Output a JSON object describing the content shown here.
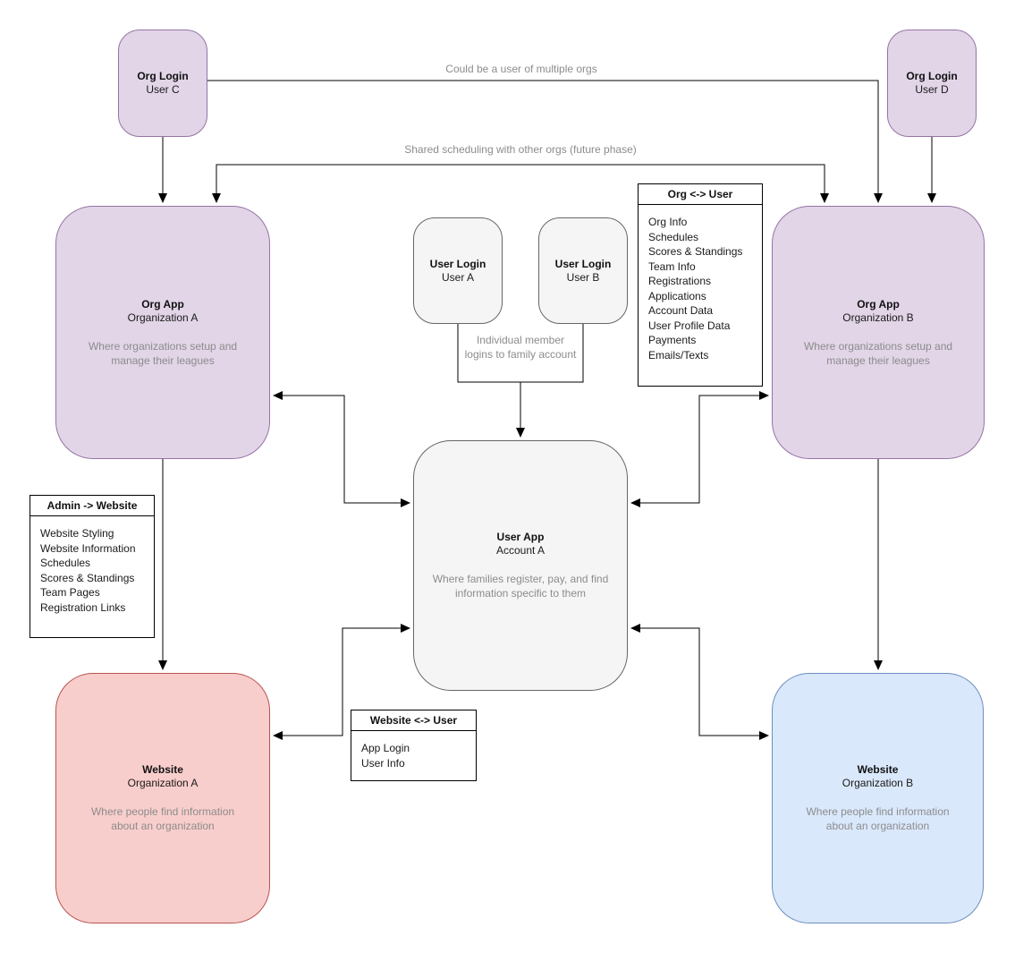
{
  "diagram": {
    "labels": {
      "multi_org": "Could be a user of multiple orgs",
      "shared_scheduling": "Shared scheduling with other orgs (future phase)",
      "individual_member": "Individual member\nlogins to family account"
    },
    "nodes": {
      "org_login_c": {
        "title": "Org Login",
        "subtitle": "User C"
      },
      "org_login_d": {
        "title": "Org Login",
        "subtitle": "User D"
      },
      "org_app_a": {
        "title": "Org App",
        "subtitle": "Organization A",
        "description": "Where organizations setup and\nmanage their leagues"
      },
      "org_app_b": {
        "title": "Org App",
        "subtitle": "Organization B",
        "description": "Where organizations setup and\nmanage their leagues"
      },
      "user_login_a": {
        "title": "User Login",
        "subtitle": "User A"
      },
      "user_login_b": {
        "title": "User Login",
        "subtitle": "User B"
      },
      "user_app": {
        "title": "User App",
        "subtitle": "Account A",
        "description": "Where families register, pay, and find\ninformation specific to them"
      },
      "website_a": {
        "title": "Website",
        "subtitle": "Organization A",
        "description": "Where people find information\nabout an organization"
      },
      "website_b": {
        "title": "Website",
        "subtitle": "Organization B",
        "description": "Where people find information\nabout an organization"
      }
    },
    "lists": {
      "org_user": {
        "title": "Org <-> User",
        "items": [
          "Org Info",
          "Schedules",
          "Scores & Standings",
          "Team Info",
          "Registrations",
          "Applications",
          "Account Data",
          "User Profile Data",
          "Payments",
          "Emails/Texts"
        ]
      },
      "admin_website": {
        "title": "Admin -> Website",
        "items": [
          "Website Styling",
          "Website Information",
          "Schedules",
          "Scores & Standings",
          "Team Pages",
          "Registration Links"
        ]
      },
      "website_user": {
        "title": "Website <-> User",
        "items": [
          "App Login",
          "User Info"
        ]
      }
    },
    "colors": {
      "purple_fill": "#e1d5e7",
      "purple_border": "#9673a6",
      "gray_fill": "#f5f5f5",
      "gray_border": "#666666",
      "pink_fill": "#f8cecc",
      "pink_border": "#b85450",
      "blue_fill": "#dae8fc",
      "blue_border": "#6c8ebf",
      "connector": "#000000",
      "muted_text": "#8c8c8c"
    }
  }
}
